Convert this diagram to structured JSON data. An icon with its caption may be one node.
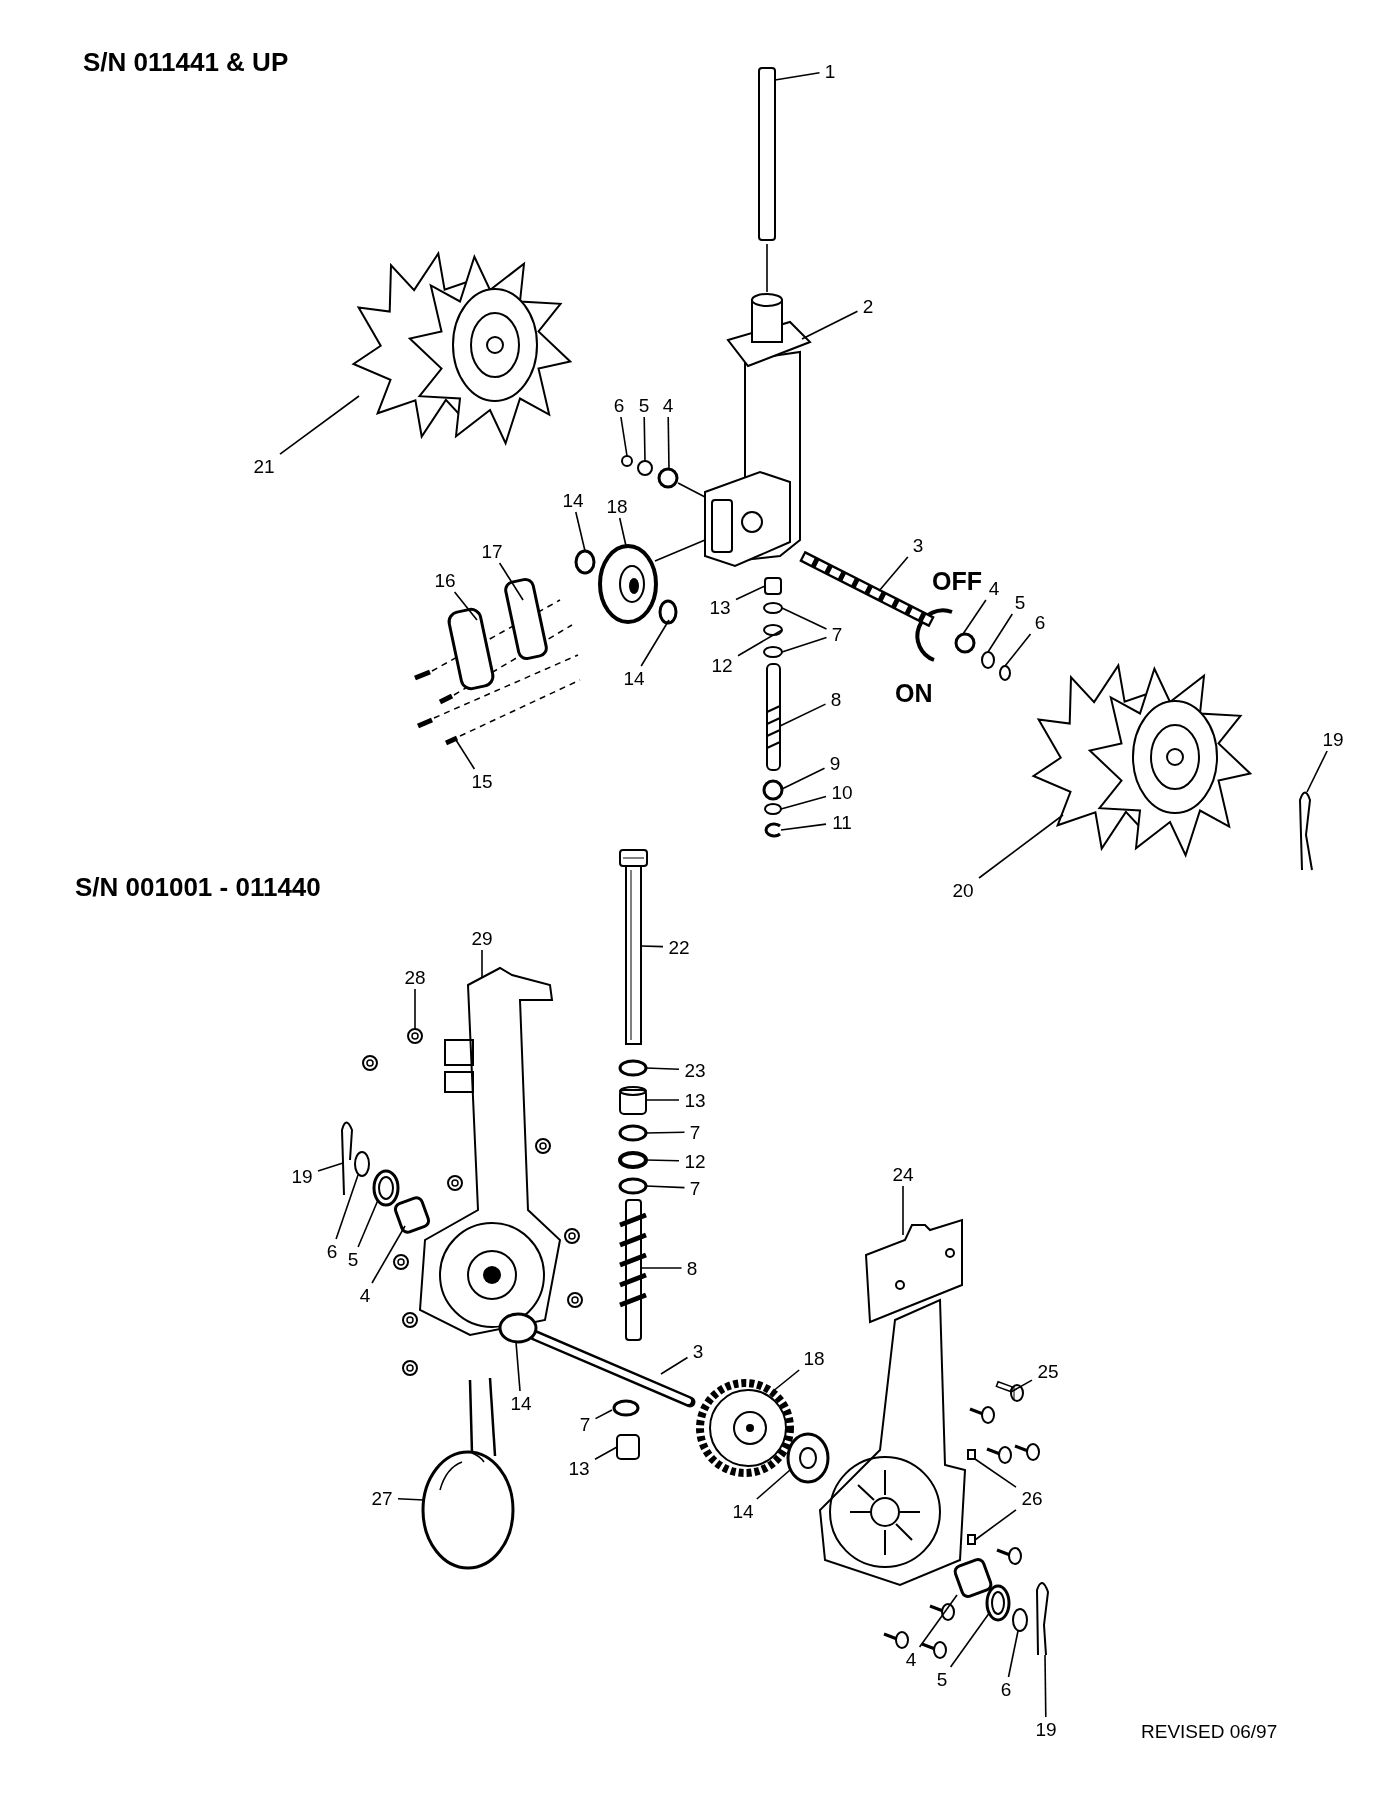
{
  "diagram": {
    "nodes": [
      {
        "text": [
          "1"
        ]
      },
      {
        "text": [
          "2"
        ]
      },
      {
        "text": [
          "6"
        ]
      },
      {
        "text": [
          "5"
        ]
      },
      {
        "text": [
          "4"
        ]
      },
      {
        "text": [
          "21"
        ]
      },
      {
        "text": [
          "14"
        ]
      },
      {
        "text": [
          "18"
        ]
      },
      {
        "text": [
          "3"
        ]
      },
      {
        "text": [
          "17"
        ]
      },
      {
        "text": [
          "16"
        ]
      },
      {
        "text": [
          "4"
        ]
      },
      {
        "text": [
          "5"
        ]
      },
      {
        "text": [
          "13"
        ]
      },
      {
        "text": [
          "6"
        ]
      },
      {
        "text": [
          "7"
        ]
      },
      {
        "text": [
          "12"
        ]
      },
      {
        "text": [
          "14"
        ]
      },
      {
        "text": [
          "8"
        ]
      },
      {
        "text": [
          "19"
        ]
      },
      {
        "text": [
          "9"
        ]
      },
      {
        "text": [
          "15"
        ]
      },
      {
        "text": [
          "10"
        ]
      },
      {
        "text": [
          "11"
        ]
      },
      {
        "text": [
          "20"
        ]
      },
      {
        "text": [
          "29"
        ]
      },
      {
        "text": [
          "22"
        ]
      },
      {
        "text": [
          "28"
        ]
      },
      {
        "text": [
          "23"
        ]
      },
      {
        "text": [
          "13"
        ]
      },
      {
        "text": [
          "7"
        ]
      },
      {
        "text": [
          "12"
        ]
      },
      {
        "text": [
          "19"
        ]
      },
      {
        "text": [
          "24"
        ]
      },
      {
        "text": [
          "7"
        ]
      },
      {
        "text": [
          "6"
        ]
      },
      {
        "text": [
          "5"
        ]
      },
      {
        "text": [
          "8"
        ]
      },
      {
        "text": [
          "4"
        ]
      },
      {
        "text": [
          "3"
        ]
      },
      {
        "text": [
          "18"
        ]
      },
      {
        "text": [
          "25"
        ]
      },
      {
        "text": [
          "14"
        ]
      },
      {
        "text": [
          "7"
        ]
      },
      {
        "text": [
          "13"
        ]
      },
      {
        "text": [
          "26"
        ]
      },
      {
        "text": [
          "27"
        ]
      },
      {
        "text": [
          "14"
        ]
      },
      {
        "text": [
          "4"
        ]
      },
      {
        "text": [
          "5"
        ]
      },
      {
        "text": [
          "6"
        ]
      },
      {
        "text": [
          "19"
        ]
      },
      {
        "text": [],
        "shape": "box"
      },
      {
        "text": [],
        "shape": "picture"
      },
      {
        "text": [],
        "shape": "circle"
      },
      {
        "text": [],
        "shape": "circle"
      },
      {
        "text": [],
        "shape": "circle"
      },
      {
        "text": [],
        "shape": "picture"
      },
      {
        "text": [],
        "shape": "circle"
      },
      {
        "text": [],
        "shape": "picture"
      },
      {
        "text": [],
        "shape": "picture"
      },
      {
        "text": [],
        "shape": "box"
      },
      {
        "text": [],
        "shape": "box"
      },
      {
        "text": [],
        "shape": "circle"
      },
      {
        "text": [],
        "shape": "circle"
      },
      {
        "text": [],
        "shape": "box"
      },
      {
        "text": [],
        "shape": "circle"
      },
      {
        "text": [],
        "shape": "circle"
      },
      {
        "text": [],
        "shape": "circle"
      },
      {
        "text": [],
        "shape": "circle"
      },
      {
        "text": [],
        "shape": "circle"
      },
      {
        "text": [],
        "shape": "picture"
      },
      {
        "text": [],
        "shape": "picture"
      },
      {
        "text": [],
        "shape": "circle"
      },
      {
        "text": [],
        "shape": "picture"
      },
      {
        "text": [],
        "shape": "circle"
      },
      {
        "text": [],
        "shape": "picture"
      },
      {
        "text": [],
        "shape": "picture"
      },
      {
        "text": [],
        "shape": "picture"
      },
      {
        "text": [],
        "shape": "picture"
      },
      {
        "text": [],
        "shape": "picture"
      },
      {
        "text": [],
        "shape": "circle"
      },
      {
        "text": [],
        "shape": "picture"
      },
      {
        "text": [],
        "shape": "circle"
      },
      {
        "text": [],
        "shape": "circle"
      },
      {
        "text": [],
        "shape": "picture"
      },
      {
        "text": [],
        "shape": "picture"
      },
      {
        "text": [],
        "shape": "circle"
      },
      {
        "text": [],
        "shape": "circle"
      },
      {
        "text": [],
        "shape": "picture"
      },
      {
        "text": [],
        "shape": "picture"
      },
      {
        "text": [],
        "shape": "box"
      },
      {
        "text": [],
        "shape": "picture"
      },
      {
        "text": [],
        "shape": "picture"
      },
      {
        "text": [],
        "shape": "picture"
      },
      {
        "text": [],
        "shape": "circle"
      },
      {
        "text": [],
        "shape": "circle"
      },
      {
        "text": [],
        "shape": "box"
      },
      {
        "text": [],
        "shape": "box"
      },
      {
        "text": [],
        "shape": "box"
      },
      {
        "text": [],
        "shape": "picture"
      },
      {
        "text": [],
        "shape": "picture"
      },
      {
        "text": [],
        "shape": "box"
      },
      {
        "text": [],
        "shape": "picture"
      },
      {
        "text": [],
        "shape": "circle"
      },
      {
        "text": [],
        "shape": "picture"
      }
    ],
    "edges": [
      {
        "from": 0,
        "to": 52,
        "arrow": "none"
      },
      {
        "from": 1,
        "to": 53,
        "arrow": "none"
      },
      {
        "from": 2,
        "to": 54,
        "arrow": "none"
      },
      {
        "from": 3,
        "to": 55,
        "arrow": "none"
      },
      {
        "from": 4,
        "to": 56,
        "arrow": "none"
      },
      {
        "from": 5,
        "to": 57,
        "arrow": "none"
      },
      {
        "from": 6,
        "to": 58,
        "arrow": "none"
      },
      {
        "from": 7,
        "to": 59,
        "arrow": "none"
      },
      {
        "from": 8,
        "to": 60,
        "arrow": "none"
      },
      {
        "from": 9,
        "to": 61,
        "arrow": "none"
      },
      {
        "from": 10,
        "to": 62,
        "arrow": "none"
      },
      {
        "from": 11,
        "to": 63,
        "arrow": "none"
      },
      {
        "from": 12,
        "to": 64,
        "arrow": "none"
      },
      {
        "from": 13,
        "to": 65,
        "arrow": "none"
      },
      {
        "from": 14,
        "to": 66,
        "arrow": "none"
      },
      {
        "from": 15,
        "to": 67,
        "arrow": "none"
      },
      {
        "from": 15,
        "to": 68,
        "arrow": "none"
      },
      {
        "from": 16,
        "to": 69,
        "arrow": "none"
      },
      {
        "from": 17,
        "to": 70,
        "arrow": "none"
      },
      {
        "from": 18,
        "to": 71,
        "arrow": "none"
      },
      {
        "from": 19,
        "to": 72,
        "arrow": "none"
      },
      {
        "from": 20,
        "to": 73,
        "arrow": "none"
      },
      {
        "from": 21,
        "to": 74,
        "arrow": "none"
      },
      {
        "from": 22,
        "to": 75,
        "arrow": "none"
      },
      {
        "from": 23,
        "to": 76,
        "arrow": "none"
      },
      {
        "from": 24,
        "to": 77,
        "arrow": "none"
      },
      {
        "from": 25,
        "to": 78,
        "arrow": "none"
      },
      {
        "from": 26,
        "to": 79,
        "arrow": "none"
      },
      {
        "from": 27,
        "to": 80,
        "arrow": "none"
      },
      {
        "from": 28,
        "to": 81,
        "arrow": "none"
      },
      {
        "from": 29,
        "to": 82,
        "arrow": "none"
      },
      {
        "from": 30,
        "to": 83,
        "arrow": "none"
      },
      {
        "from": 31,
        "to": 84,
        "arrow": "none"
      },
      {
        "from": 32,
        "to": 85,
        "arrow": "none"
      },
      {
        "from": 33,
        "to": 86,
        "arrow": "none"
      },
      {
        "from": 34,
        "to": 87,
        "arrow": "none"
      },
      {
        "from": 35,
        "to": 88,
        "arrow": "none"
      },
      {
        "from": 36,
        "to": 89,
        "arrow": "none"
      },
      {
        "from": 37,
        "to": 90,
        "arrow": "none"
      },
      {
        "from": 38,
        "to": 91,
        "arrow": "none"
      },
      {
        "from": 39,
        "to": 92,
        "arrow": "none"
      },
      {
        "from": 40,
        "to": 93,
        "arrow": "none"
      },
      {
        "from": 41,
        "to": 94,
        "arrow": "none"
      },
      {
        "from": 42,
        "to": 95,
        "arrow": "none"
      },
      {
        "from": 43,
        "to": 96,
        "arrow": "none"
      },
      {
        "from": 44,
        "to": 97,
        "arrow": "none"
      },
      {
        "from": 45,
        "to": 98,
        "arrow": "none"
      },
      {
        "from": 45,
        "to": 99,
        "arrow": "none"
      },
      {
        "from": 46,
        "to": 100,
        "arrow": "none"
      },
      {
        "from": 47,
        "to": 101,
        "arrow": "none"
      },
      {
        "from": 48,
        "to": 102,
        "arrow": "none"
      },
      {
        "from": 49,
        "to": 103,
        "arrow": "none"
      },
      {
        "from": 50,
        "to": 104,
        "arrow": "none"
      },
      {
        "from": 51,
        "to": 105,
        "arrow": "none"
      },
      {
        "from": 52,
        "to": 53,
        "arrow": "none"
      },
      {
        "from": 56,
        "to": 53,
        "arrow": "none"
      },
      {
        "from": 59,
        "to": 53,
        "arrow": "none"
      }
    ],
    "labels": [
      "S/N 011441 & UP",
      "OFF",
      "ON",
      "S/N 001001 - 011440",
      "REVISED 06/97"
    ]
  }
}
